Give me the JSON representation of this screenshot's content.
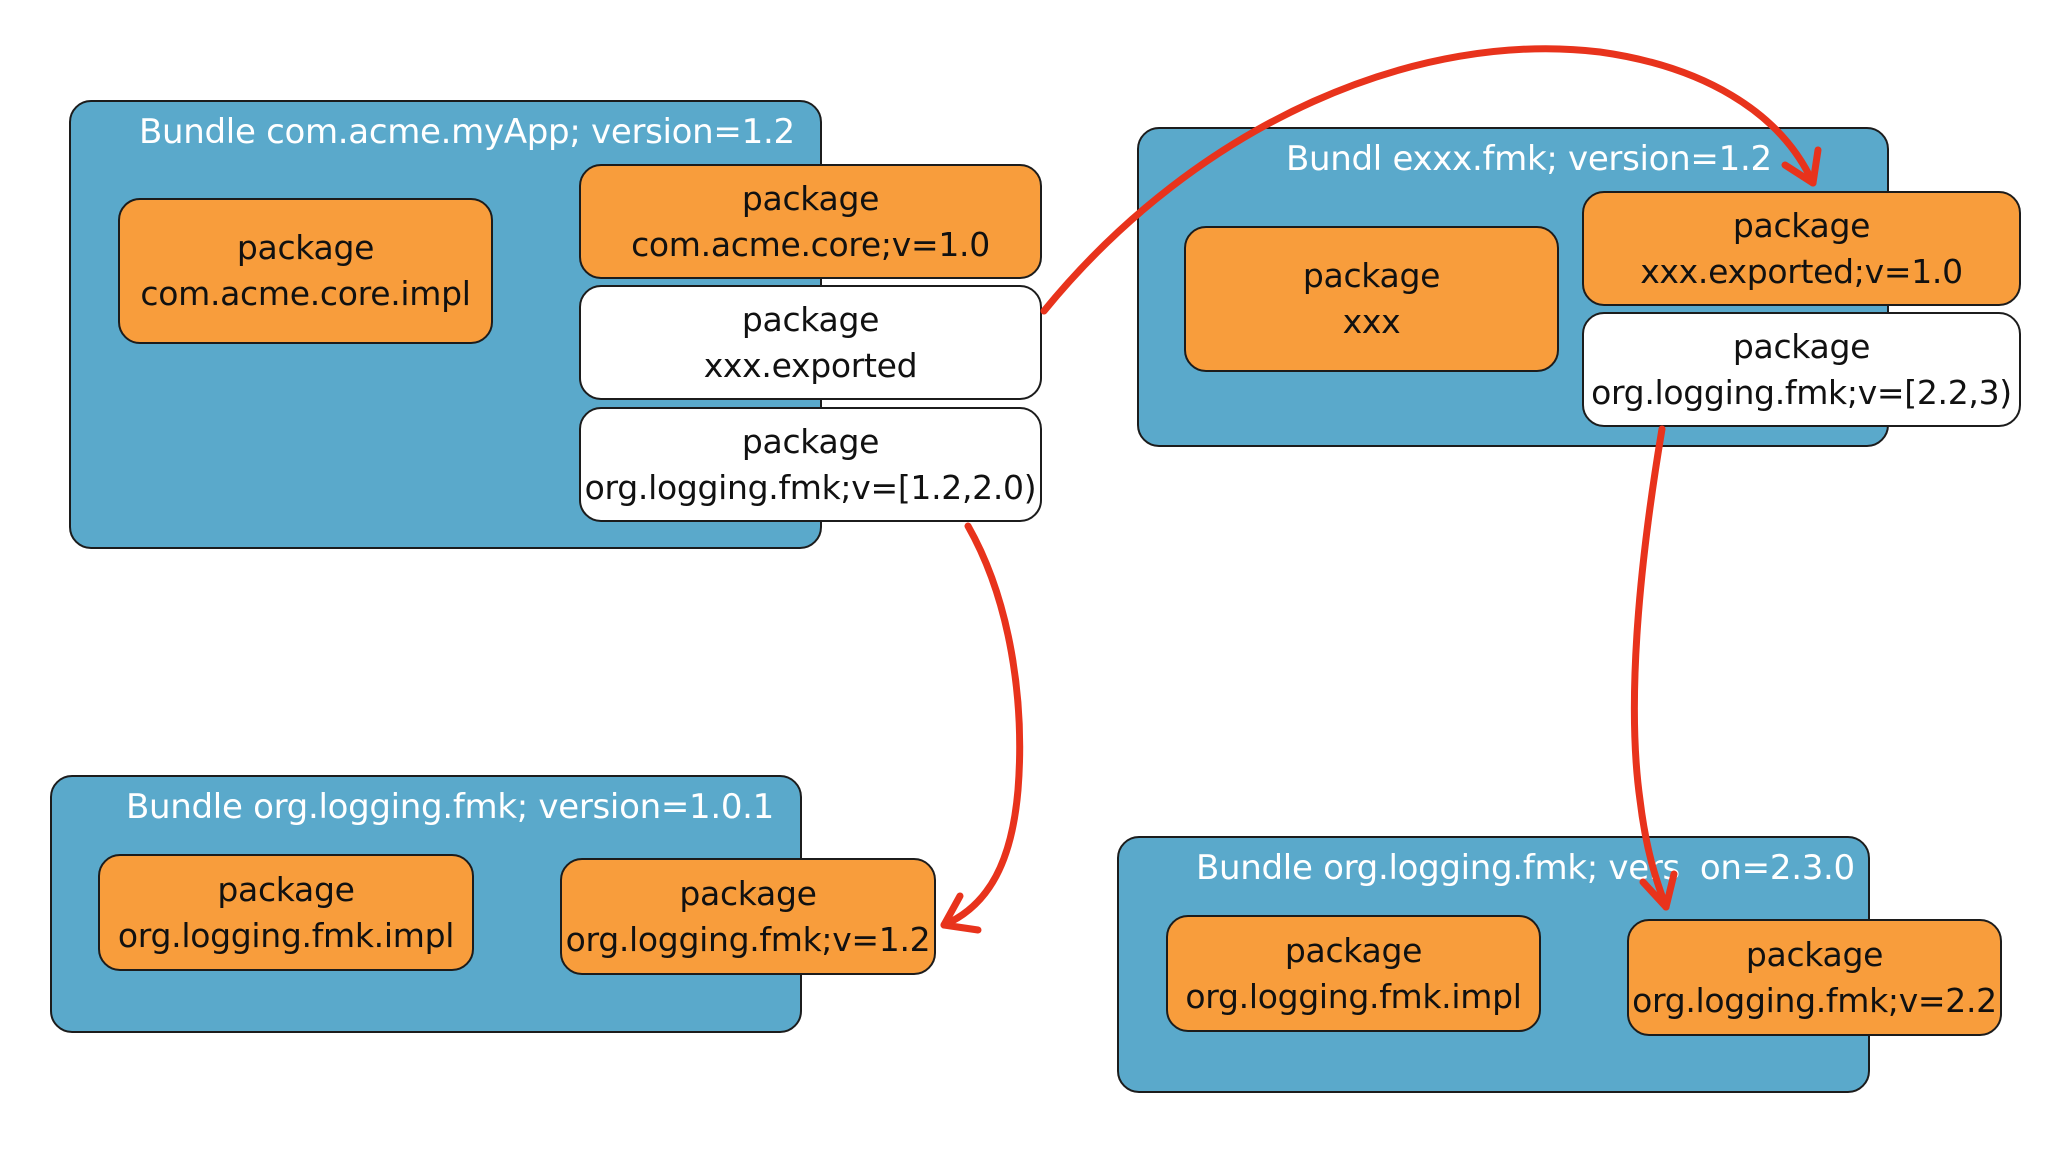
{
  "colors": {
    "bundle_fill": "#5aa9cb",
    "exported_package_fill": "#f89d3c",
    "imported_package_fill": "#ffffff",
    "arrow": "#e8331c"
  },
  "bundles": {
    "my_app": {
      "title": "Bundle com.acme.myApp; version=1.2",
      "packages": [
        {
          "line1": "package",
          "line2": "com.acme.core.impl"
        },
        {
          "line1": "package",
          "line2": "com.acme.core;v=1.0"
        },
        {
          "line1": "package",
          "line2": "xxx.exported"
        },
        {
          "line1": "package",
          "line2": "org.logging.fmk;v=[1.2,2.0)"
        }
      ]
    },
    "xxx_fmk": {
      "title": "Bundl exxx.fmk; version=1.2",
      "packages": [
        {
          "line1": "package",
          "line2": "xxx"
        },
        {
          "line1": "package",
          "line2": "xxx.exported;v=1.0"
        },
        {
          "line1": "package",
          "line2": "org.logging.fmk;v=[2.2,3)"
        }
      ]
    },
    "logging_101": {
      "title": "Bundle org.logging.fmk; version=1.0.1",
      "packages": [
        {
          "line1": "package",
          "line2": "org.logging.fmk.impl"
        },
        {
          "line1": "package",
          "line2": "org.logging.fmk;v=1.2"
        }
      ]
    },
    "logging_230": {
      "title_part1": "Bundle org.logging.fmk; vers",
      "title_part2": "on=2.3.0",
      "packages": [
        {
          "line1": "package",
          "line2": "org.logging.fmk.impl"
        },
        {
          "line1": "package",
          "line2": "org.logging.fmk;v=2.2"
        }
      ]
    }
  }
}
